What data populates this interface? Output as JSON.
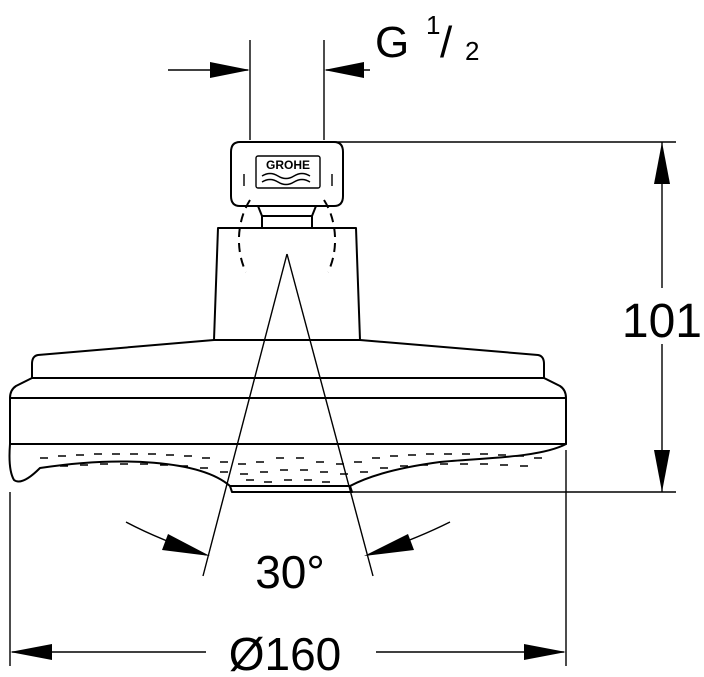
{
  "drawing": {
    "brand_mark": "GROHE",
    "dimensions": {
      "thread_label": "G",
      "thread_fraction_num": "1",
      "thread_fraction_den": "2",
      "height_value": "101",
      "spray_angle_value": "30°",
      "diameter_value": "Ø160"
    }
  }
}
